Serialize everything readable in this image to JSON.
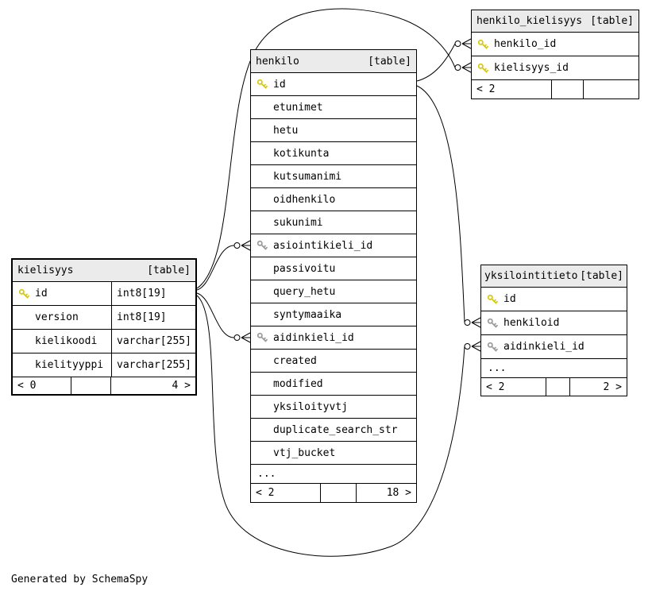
{
  "diagram": {
    "generated_by": "Generated by SchemaSpy"
  },
  "colors": {
    "primary_key": "#d8c800",
    "foreign_key": "#999999",
    "line": "#000000",
    "header_bg": "#ebebeb"
  },
  "tables": {
    "henkilo": {
      "name": "henkilo",
      "tag": "[table]",
      "has_types": false,
      "columns": [
        {
          "name": "id",
          "key": "pk"
        },
        {
          "name": "etunimet"
        },
        {
          "name": "hetu"
        },
        {
          "name": "kotikunta"
        },
        {
          "name": "kutsumanimi"
        },
        {
          "name": "oidhenkilo"
        },
        {
          "name": "sukunimi"
        },
        {
          "name": "asiointikieli_id",
          "key": "fk"
        },
        {
          "name": "passivoitu"
        },
        {
          "name": "query_hetu"
        },
        {
          "name": "syntymaaika"
        },
        {
          "name": "aidinkieli_id",
          "key": "fk"
        },
        {
          "name": "created"
        },
        {
          "name": "modified"
        },
        {
          "name": "yksiloityvtj"
        },
        {
          "name": "duplicate_search_str"
        },
        {
          "name": "vtj_bucket"
        },
        {
          "name": "..."
        }
      ],
      "footer": {
        "left": "< 2",
        "middle": "",
        "right": "18 >"
      }
    },
    "henkilo_kielisyys": {
      "name": "henkilo_kielisyys",
      "tag": "[table]",
      "has_types": false,
      "columns": [
        {
          "name": "henkilo_id",
          "key": "pk"
        },
        {
          "name": "kielisyys_id",
          "key": "pk"
        }
      ],
      "footer": {
        "left": "< 2",
        "middle": "",
        "right": ""
      }
    },
    "kielisyys": {
      "name": "kielisyys",
      "tag": "[table]",
      "has_types": true,
      "columns": [
        {
          "name": "id",
          "type": "int8[19]",
          "key": "pk"
        },
        {
          "name": "version",
          "type": "int8[19]"
        },
        {
          "name": "kielikoodi",
          "type": "varchar[255]"
        },
        {
          "name": "kielityyppi",
          "type": "varchar[255]"
        }
      ],
      "footer": {
        "left": "< 0",
        "middle": "",
        "right": "4 >"
      }
    },
    "yksilointitieto": {
      "name": "yksilointitieto",
      "tag": "[table]",
      "has_types": false,
      "columns": [
        {
          "name": "id",
          "key": "pk"
        },
        {
          "name": "henkiloid",
          "key": "fk"
        },
        {
          "name": "aidinkieli_id",
          "key": "fk"
        },
        {
          "name": "..."
        }
      ],
      "footer": {
        "left": "< 2",
        "middle": "",
        "right": "2 >"
      }
    }
  },
  "relationships": [
    {
      "from": "kielisyys.id",
      "to": "henkilo.asiointikieli_id"
    },
    {
      "from": "kielisyys.id",
      "to": "henkilo.aidinkieli_id"
    },
    {
      "from": "kielisyys.id",
      "to": "henkilo_kielisyys.kielisyys_id"
    },
    {
      "from": "kielisyys.id",
      "to": "yksilointitieto.aidinkieli_id"
    },
    {
      "from": "henkilo.id",
      "to": "henkilo_kielisyys.henkilo_id"
    },
    {
      "from": "henkilo.id",
      "to": "yksilointitieto.henkiloid"
    }
  ]
}
